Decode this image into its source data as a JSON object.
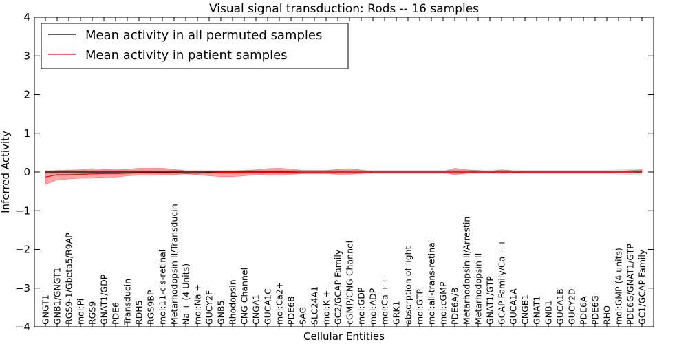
{
  "chart_data": {
    "type": "line",
    "title": "Visual signal transduction: Rods -- 16 samples",
    "xlabel": "Cellular Entities",
    "ylabel": "Inferred Activity",
    "ylim": [
      -4,
      4
    ],
    "yticks": [
      "4",
      "3",
      "2",
      "1",
      "0",
      "−1",
      "−2",
      "−3",
      "−4"
    ],
    "legend_position": "top-left",
    "categories": [
      "GNGT1",
      "GNB1/GNGT1",
      "RGS9-1/Gbeta5/R9AP",
      "mol:Pi",
      "RGS9",
      "GNAT1/GDP",
      "PDE6",
      "Transducin",
      "RDH5",
      "RGS9BP",
      "mol:11-cis-retinal",
      "Metarhodopsin II/Transducin",
      "Na + (4 Units)",
      "mol:Na +",
      "GUCY2F",
      "GNB5",
      "Rhodopsin",
      "CNG Channel",
      "CNGA1",
      "GUCA1C",
      "mol:Ca2+",
      "PDE6B",
      "SAG",
      "SLC24A1",
      "mol:K +",
      "GC2/GCAP Family",
      "cGMP/CNG Channel",
      "mol:GDP",
      "mol:ADP",
      "mol:Ca ++",
      "GRK1",
      "absorption of light",
      "mol:GTP",
      "mol:all-trans-retinal",
      "mol:cGMP",
      "PDE6A/B",
      "Metarhodopsin II/Arrestin",
      "Metarhodopsin II",
      "GNAT1/GTP",
      "GCAP Family/Ca ++",
      "GUCA1A",
      "CNGB1",
      "GNAT1",
      "GNB1",
      "GUCA1B",
      "GUCY2D",
      "PDE6A",
      "PDE6G",
      "RHO",
      "mol:GMP (4 units)",
      "PDE6G/GNAT1/GTP",
      "GC1/GCAP Family"
    ],
    "series": [
      {
        "name": "Mean activity in all permuted samples",
        "color": "#000000",
        "band_color": "#c8c8c8",
        "values": [
          0.0,
          0.0,
          0.0,
          0.0,
          0.0,
          0.0,
          0.0,
          0.0,
          0.0,
          0.0,
          0.0,
          0.0,
          0.0,
          0.0,
          0.0,
          0.0,
          0.0,
          0.0,
          0.0,
          0.0,
          0.0,
          0.0,
          0.0,
          0.0,
          0.0,
          0.0,
          0.0,
          0.0,
          0.0,
          0.0,
          0.0,
          0.0,
          0.0,
          0.0,
          0.0,
          0.0,
          0.0,
          0.0,
          0.0,
          0.0,
          0.0,
          0.0,
          0.0,
          0.0,
          0.0,
          0.0,
          0.0,
          0.0,
          0.0,
          0.0,
          0.0,
          0.0
        ],
        "lower": [
          -0.05,
          -0.05,
          -0.05,
          -0.05,
          -0.05,
          -0.05,
          -0.05,
          -0.05,
          -0.05,
          -0.05,
          -0.05,
          -0.05,
          -0.05,
          -0.05,
          -0.05,
          -0.05,
          -0.05,
          -0.05,
          -0.05,
          -0.05,
          -0.05,
          -0.05,
          -0.05,
          -0.05,
          -0.05,
          -0.05,
          -0.05,
          -0.05,
          -0.05,
          -0.05,
          -0.05,
          -0.05,
          -0.05,
          -0.05,
          -0.05,
          -0.05,
          -0.05,
          -0.05,
          -0.05,
          -0.05,
          -0.05,
          -0.05,
          -0.05,
          -0.05,
          -0.05,
          -0.05,
          -0.05,
          -0.05,
          -0.05,
          -0.06,
          -0.07,
          -0.08
        ],
        "upper": [
          0.05,
          0.05,
          0.05,
          0.05,
          0.05,
          0.05,
          0.05,
          0.05,
          0.05,
          0.05,
          0.05,
          0.05,
          0.05,
          0.05,
          0.05,
          0.05,
          0.05,
          0.05,
          0.05,
          0.05,
          0.05,
          0.05,
          0.05,
          0.05,
          0.05,
          0.05,
          0.05,
          0.05,
          0.05,
          0.05,
          0.05,
          0.05,
          0.05,
          0.05,
          0.05,
          0.05,
          0.05,
          0.05,
          0.05,
          0.05,
          0.05,
          0.05,
          0.05,
          0.05,
          0.05,
          0.05,
          0.05,
          0.05,
          0.05,
          0.06,
          0.07,
          0.08
        ]
      },
      {
        "name": "Mean activity in patient samples",
        "color": "#ff0000",
        "band_color": "#ff0000",
        "values": [
          -0.13,
          -0.07,
          -0.07,
          -0.06,
          -0.05,
          -0.04,
          -0.04,
          -0.03,
          -0.02,
          -0.02,
          -0.02,
          -0.02,
          -0.03,
          -0.03,
          -0.02,
          -0.01,
          -0.01,
          -0.01,
          -0.01,
          -0.01,
          -0.01,
          -0.01,
          0.0,
          0.0,
          0.0,
          0.0,
          0.0,
          0.0,
          0.0,
          0.0,
          0.0,
          0.0,
          0.0,
          0.0,
          0.0,
          0.0,
          0.0,
          0.0,
          0.0,
          0.0,
          0.0,
          0.0,
          0.0,
          0.0,
          0.0,
          0.0,
          0.0,
          0.0,
          0.0,
          0.0,
          0.0,
          0.01
        ],
        "lower": [
          -0.32,
          -0.2,
          -0.18,
          -0.16,
          -0.15,
          -0.13,
          -0.13,
          -0.1,
          -0.08,
          -0.08,
          -0.07,
          -0.07,
          -0.05,
          -0.07,
          -0.1,
          -0.12,
          -0.12,
          -0.1,
          -0.06,
          -0.08,
          -0.08,
          -0.06,
          -0.04,
          -0.04,
          -0.04,
          -0.06,
          -0.06,
          -0.04,
          -0.01,
          -0.01,
          -0.01,
          -0.01,
          -0.01,
          -0.01,
          -0.01,
          -0.07,
          -0.03,
          -0.01,
          -0.01,
          -0.03,
          -0.02,
          -0.01,
          -0.01,
          -0.01,
          -0.01,
          -0.01,
          -0.01,
          -0.01,
          -0.01,
          -0.01,
          -0.01,
          -0.01
        ],
        "upper": [
          0.02,
          0.04,
          0.05,
          0.06,
          0.09,
          0.07,
          0.06,
          0.07,
          0.1,
          0.1,
          0.1,
          0.07,
          0.03,
          0.02,
          0.02,
          0.02,
          0.03,
          0.04,
          0.06,
          0.09,
          0.1,
          0.08,
          0.04,
          0.04,
          0.04,
          0.07,
          0.09,
          0.05,
          0.01,
          0.01,
          0.01,
          0.01,
          0.01,
          0.01,
          0.01,
          0.1,
          0.06,
          0.04,
          0.02,
          0.06,
          0.03,
          0.02,
          0.02,
          0.02,
          0.02,
          0.02,
          0.02,
          0.02,
          0.02,
          0.02,
          0.04,
          0.06
        ]
      }
    ]
  }
}
